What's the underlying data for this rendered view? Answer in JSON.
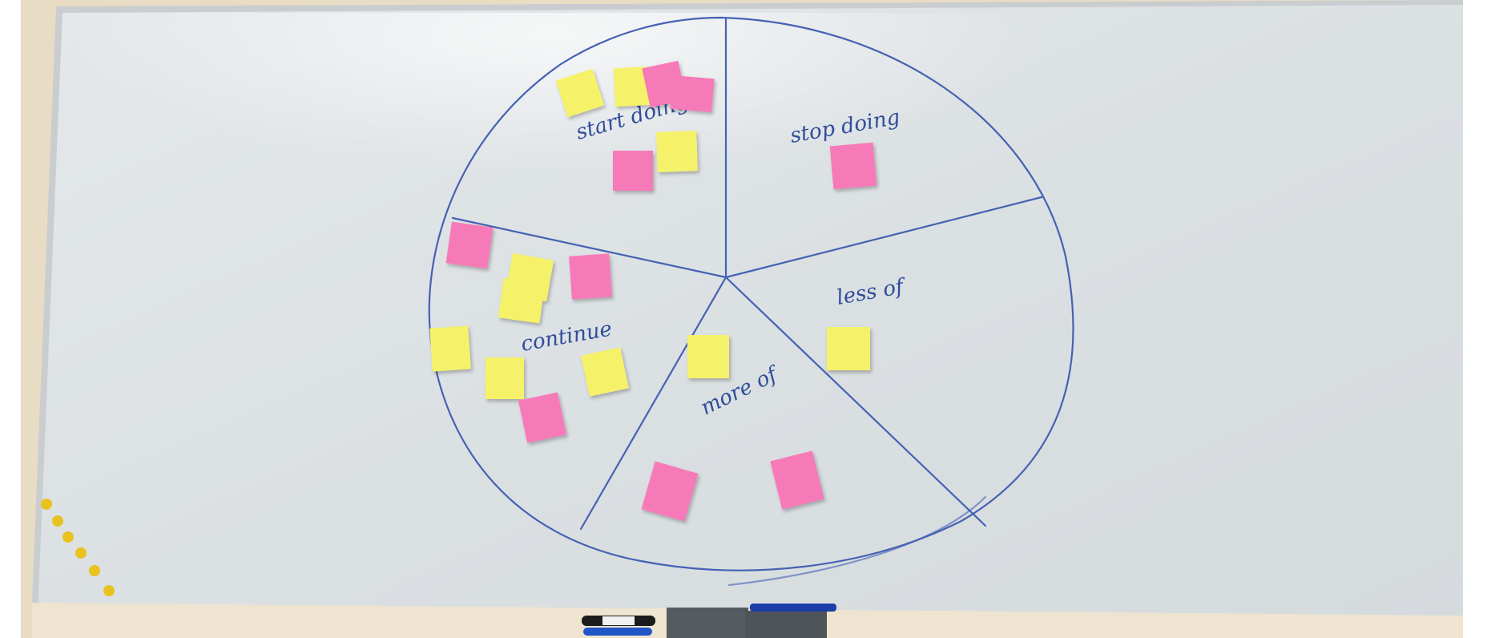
{
  "scene": {
    "kind": "photo",
    "subject": "retrospective starfish on whiteboard"
  },
  "diagram": {
    "sections": [
      {
        "id": "start",
        "label": "start doing"
      },
      {
        "id": "stop",
        "label": "stop doing"
      },
      {
        "id": "less",
        "label": "less of"
      },
      {
        "id": "more",
        "label": "more of"
      },
      {
        "id": "continue",
        "label": "continue"
      }
    ]
  },
  "colors": {
    "wall": "#e9dcc4",
    "board": "#dfe3e5",
    "frame": "#c9cdd0",
    "ink": "#2f4d9a",
    "note_yellow": "#f5f26a",
    "note_pink": "#f77ab8",
    "magnet": "#e8c21f"
  }
}
